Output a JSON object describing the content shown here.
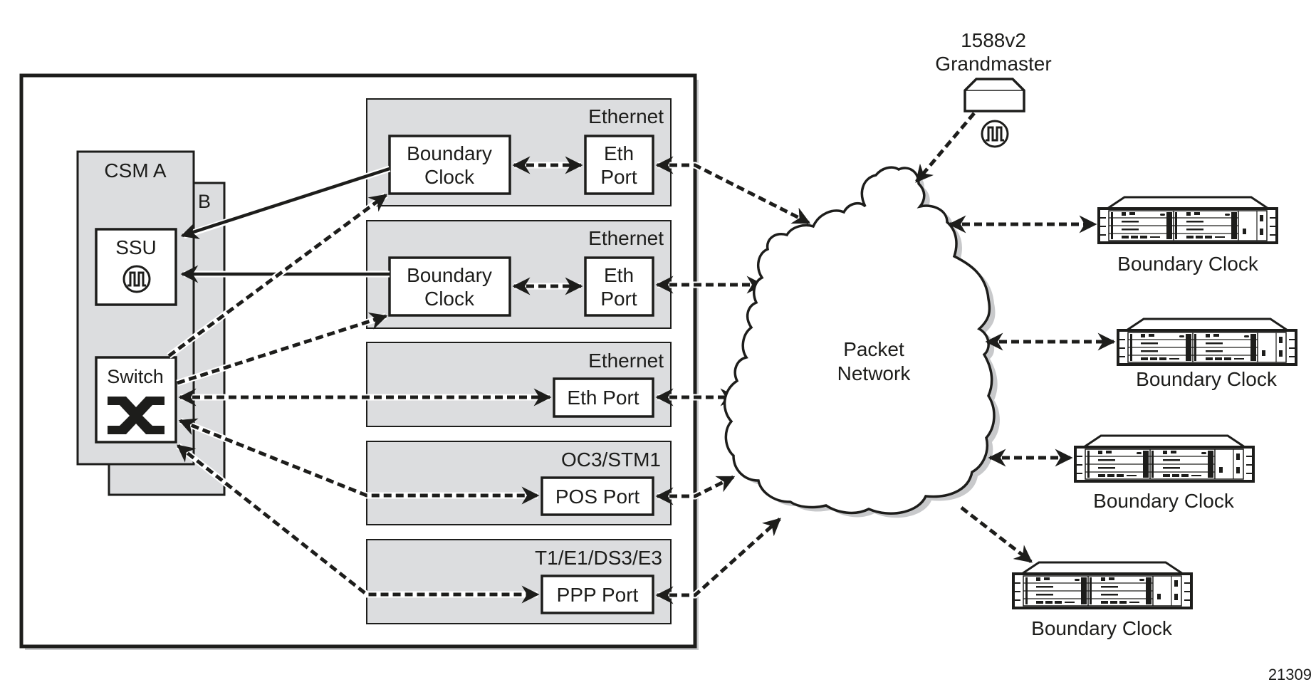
{
  "figure_id": "21309",
  "node_chassis": {
    "csm_a_label": "CSM A",
    "csm_b_label": "B",
    "ssu_label": "SSU",
    "switch_label": "Switch",
    "modules": [
      {
        "type_label": "Ethernet",
        "boundary_clock_label": [
          "Boundary",
          "Clock"
        ],
        "port_label": [
          "Eth",
          "Port"
        ]
      },
      {
        "type_label": "Ethernet",
        "boundary_clock_label": [
          "Boundary",
          "Clock"
        ],
        "port_label": [
          "Eth",
          "Port"
        ]
      },
      {
        "type_label": "Ethernet",
        "port_label": [
          "Eth Port"
        ]
      },
      {
        "type_label": "OC3/STM1",
        "port_label": [
          "POS Port"
        ]
      },
      {
        "type_label": "T1/E1/DS3/E3",
        "port_label": [
          "PPP Port"
        ]
      }
    ]
  },
  "network": {
    "cloud_label": [
      "Packet",
      "Network"
    ],
    "grandmaster_label": [
      "1588v2",
      "Grandmaster"
    ],
    "remote_devices": [
      {
        "label": "Boundary Clock"
      },
      {
        "label": "Boundary Clock"
      },
      {
        "label": "Boundary Clock"
      },
      {
        "label": "Boundary Clock"
      }
    ]
  },
  "icons": {
    "clock": "clock-signal-icon",
    "switch": "switch-crossbar-icon",
    "device": "router-chassis-icon"
  },
  "colors": {
    "ink": "#1d1d1b",
    "module_fill": "#dcdddf",
    "shadow": "#c8c9cb"
  }
}
